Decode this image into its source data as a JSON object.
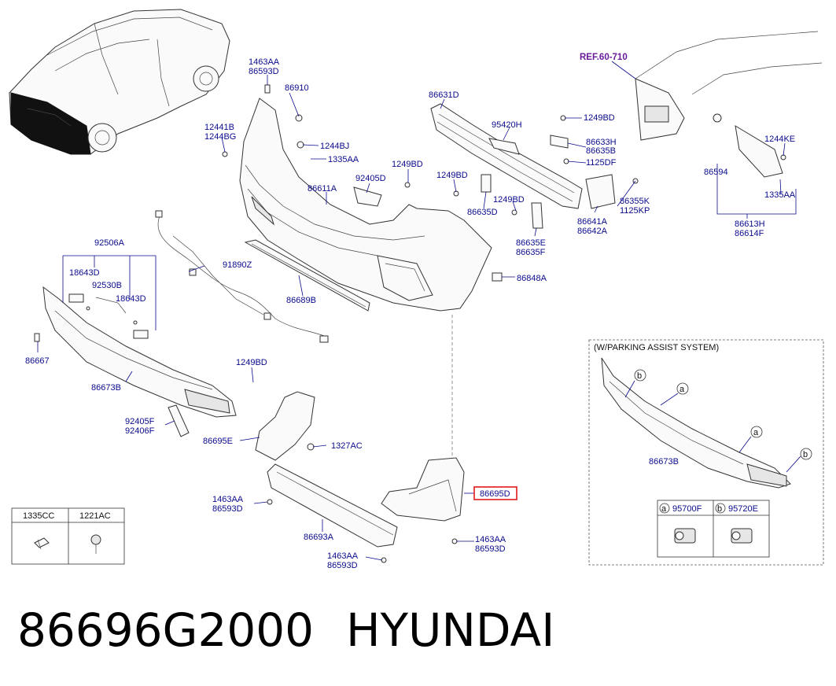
{
  "callouts": {
    "c1463AA_a": "1463AA",
    "c86593D_a": "86593D",
    "c86910": "86910",
    "c12441B": "12441B",
    "c1244BG": "1244BG",
    "c1244BJ": "1244BJ",
    "c1335AA_a": "1335AA",
    "c1249BD_a": "1249BD",
    "c92405D": "92405D",
    "c86611A": "86611A",
    "c86631D": "86631D",
    "c95420H": "95420H",
    "c1249BD_b": "1249BD",
    "c86633H": "86633H",
    "c86635B": "86635B",
    "c1125DF": "1125DF",
    "c1249BD_c": "1249BD",
    "c86635D": "86635D",
    "c1249BD_d": "1249BD",
    "c86355K": "86355K",
    "c1125KP": "1125KP",
    "c86641A": "86641A",
    "c86642A": "86642A",
    "c86635E": "86635E",
    "c86635F": "86635F",
    "c86848A": "86848A",
    "ref": "REF.60-710",
    "c1244KE": "1244KE",
    "c86594": "86594",
    "c1335AA_b": "1335AA",
    "c86613H": "86613H",
    "c86614F": "86614F",
    "c92506A": "92506A",
    "c18643D_a": "18643D",
    "c92530B": "92530B",
    "c18643D_b": "18643D",
    "c91890Z": "91890Z",
    "c86689B": "86689B",
    "c86667": "86667",
    "c86673B": "86673B",
    "c1249BD_e": "1249BD",
    "c92405F": "92405F",
    "c92406F": "92406F",
    "c86695E": "86695E",
    "c1327AC": "1327AC",
    "c1463AA_b": "1463AA",
    "c86593D_b": "86593D",
    "c86693A": "86693A",
    "c1463AA_c": "1463AA",
    "c86593D_c": "86593D",
    "c1463AA_d": "1463AA",
    "c86593D_d": "86593D",
    "c86695D": "86695D"
  },
  "parking_box": {
    "title": "(W/PARKING ASSIST SYSTEM)",
    "bumper_label": "86673B",
    "marker_a": "a",
    "marker_b": "b",
    "sensor_a_label": "95700F",
    "sensor_b_label": "95720E"
  },
  "legend": {
    "col1": "1335CC",
    "col2": "1221AC"
  },
  "footer": {
    "part_number": "86696G2000",
    "brand": "HYUNDAI"
  },
  "colors": {
    "label": "#0a0a8c",
    "ref": "#6a1b9a",
    "highlight": "#e0191b"
  }
}
